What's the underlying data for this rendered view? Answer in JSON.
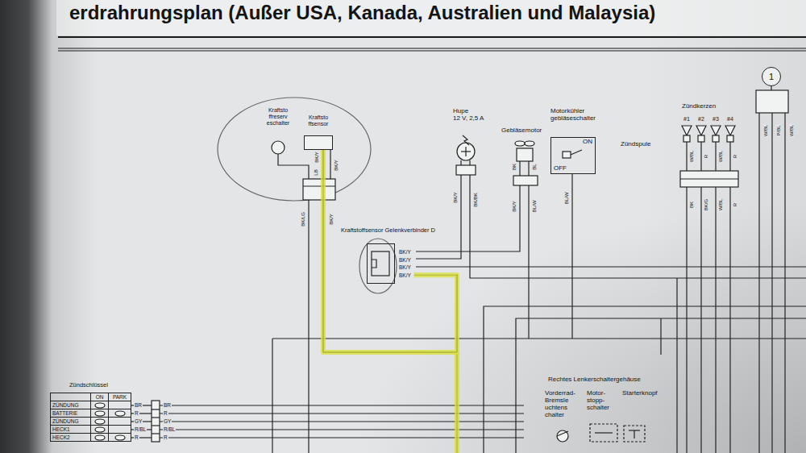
{
  "diagram": {
    "title": "erdrahrungsplan (Außer USA, Kanada, Australien und Malaysia)",
    "nodes": [
      {
        "text": [
          "Kraftsto ffreserv eschalter"
        ]
      },
      {
        "text": [
          "Kraftsto ffsensor"
        ]
      },
      {
        "text": [
          "Hupe",
          "12 V, 2,5 A"
        ]
      },
      {
        "text": [
          "Gebläsemotor"
        ]
      },
      {
        "text": [
          "Motorkühler gebläseschalter",
          "ON",
          "OFF"
        ]
      },
      {
        "text": [
          "Kraftstoffsensor Gelenkverbinder D",
          "BK/Y",
          "BK/Y",
          "BK/Y",
          "BK/Y"
        ]
      },
      {
        "text": [
          "1"
        ]
      },
      {
        "text": [
          "Zündschlüssel",
          "ON",
          "PARK",
          "ZÜNDUNG",
          "BATTERIE",
          "ZÜNDUNG",
          "HECK1",
          "HECK2"
        ]
      },
      {
        "text": [
          "Vorderrad- Bremsle uchtens chalter"
        ]
      },
      {
        "text": [
          "Motor- stopp- schalter"
        ]
      },
      {
        "text": [
          "Starterknopf"
        ]
      }
    ],
    "edges": [
      {
        "from": 1,
        "to": 5,
        "arrow": "none"
      }
    ],
    "labels": [
      "Rechtes Lenkerschaltergehäuse",
      "Zündkerzen",
      "#1",
      "#2",
      "#3",
      "#4",
      "Zündspule",
      "BK/Y",
      "LB",
      "BK/Y",
      "BK/LG",
      "BK/Y",
      "BK/Y",
      "BK/BK",
      "BK",
      "BL",
      "BK/Y",
      "BL/W",
      "BL/W",
      "W/BL",
      "R",
      "W/BL",
      "R",
      "BK",
      "BK/G",
      "W/BL",
      "R",
      "W/BL",
      "P/BL",
      "W/BL",
      "BR",
      "R",
      "GY",
      "R/BL",
      "R",
      "BR",
      "R",
      "GY",
      "R/BL",
      "R"
    ]
  }
}
